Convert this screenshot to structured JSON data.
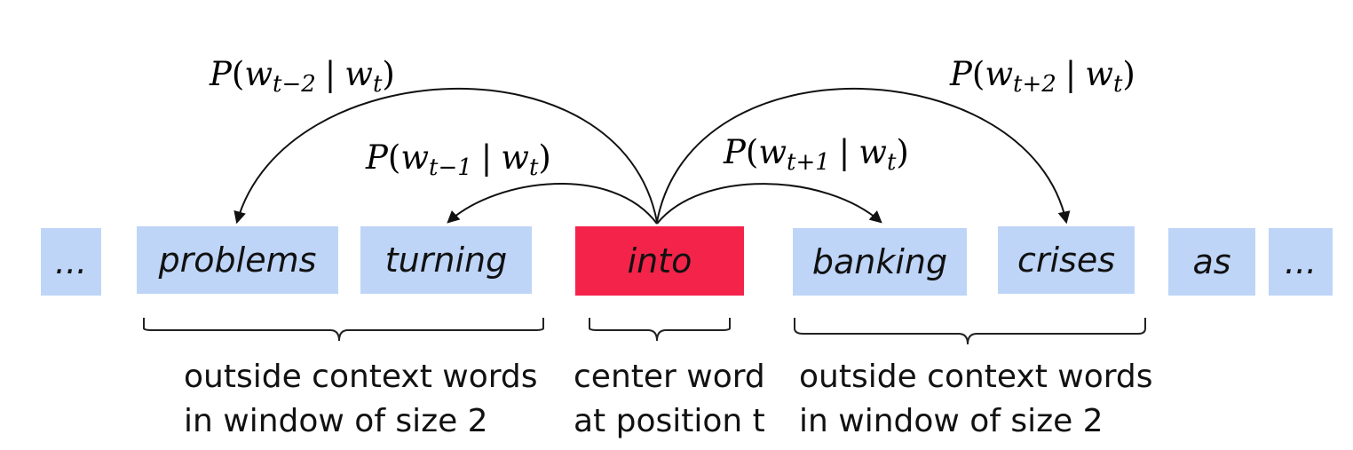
{
  "words": [
    {
      "text": "..."
    },
    {
      "text": "problems"
    },
    {
      "text": "turning"
    },
    {
      "text": "into"
    },
    {
      "text": "banking"
    },
    {
      "text": "crises"
    },
    {
      "text": "as"
    },
    {
      "text": "..."
    }
  ],
  "probabilities": {
    "t_minus_2": {
      "w": "w",
      "sub_context": "t−2",
      "given": "w",
      "sub_given": "t"
    },
    "t_minus_1": {
      "w": "w",
      "sub_context": "t−1",
      "given": "w",
      "sub_given": "t"
    },
    "t_plus_1": {
      "w": "w",
      "sub_context": "t+1",
      "given": "w",
      "sub_given": "t"
    },
    "t_plus_2": {
      "w": "w",
      "sub_context": "t+2",
      "given": "w",
      "sub_given": "t"
    }
  },
  "captions": {
    "left_line1": "outside context words",
    "left_line2": "in window of size 2",
    "center_line1": "center word",
    "center_line2": "at position t",
    "right_line1": "outside context words",
    "right_line2": "in window of size 2"
  },
  "colors": {
    "context_box": "#bed5f8",
    "center_box": "#f4234a",
    "arrow": "#111111"
  }
}
